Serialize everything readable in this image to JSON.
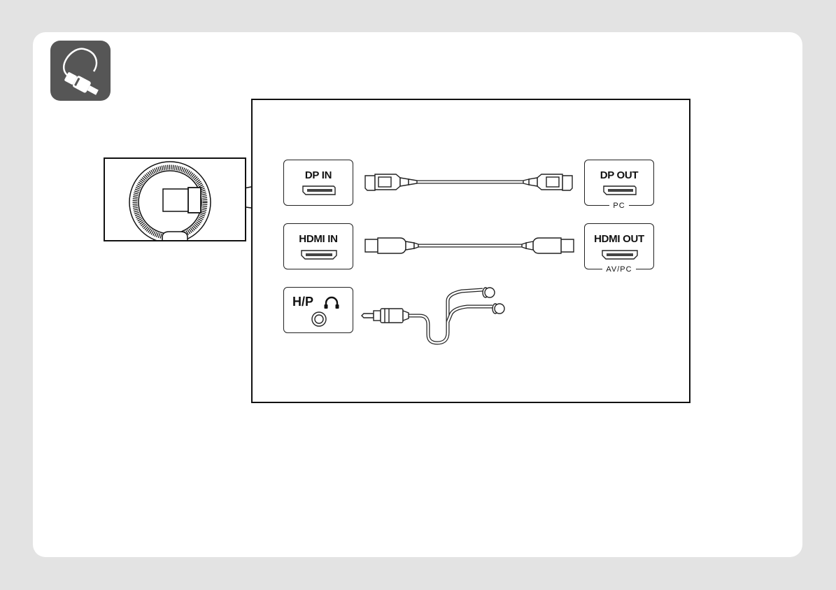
{
  "ports": {
    "dp_in": "DP IN",
    "hdmi_in": "HDMI IN",
    "hp": "H/P",
    "dp_out": "DP OUT",
    "dp_out_sub": "PC",
    "hdmi_out": "HDMI OUT",
    "hdmi_out_sub": "AV/PC"
  },
  "icons": {
    "badge": "cable-icon",
    "headphone": "headphone-icon"
  }
}
